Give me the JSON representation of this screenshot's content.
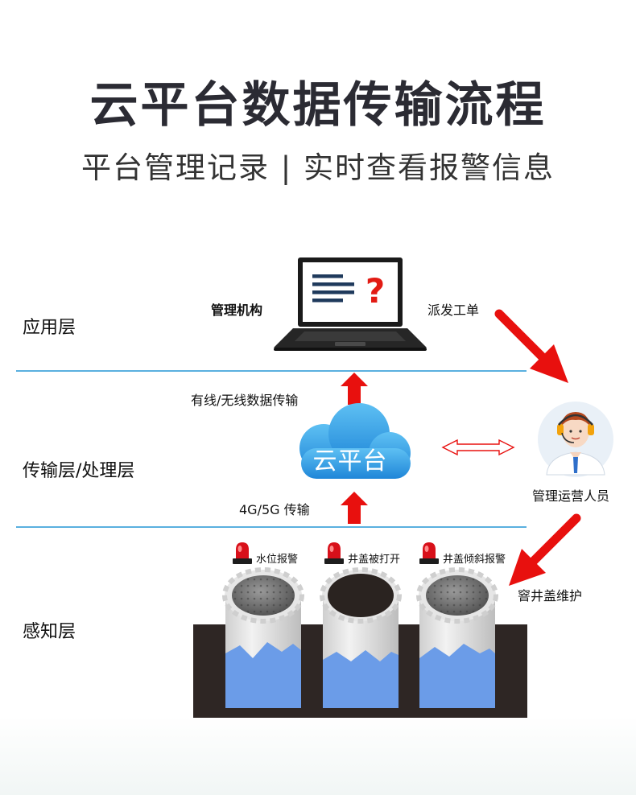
{
  "header": {
    "title": "云平台数据传输流程",
    "subtitle": "平台管理记录 | 实时查看报警信息"
  },
  "layers": {
    "application": "应用层",
    "transport": "传输层/处理层",
    "perception": "感知层"
  },
  "labels": {
    "management_org": "管理机构",
    "dispatch_order": "派发工单",
    "wireless_transfer": "有线/无线数据传输",
    "cloud_platform": "云平台",
    "cellular_transfer": "4G/5G 传输",
    "operator": "管理运营人员",
    "maintenance": "窨井盖维护"
  },
  "alarms": [
    "水位报警",
    "井盖被打开",
    "井盖倾斜报警"
  ],
  "colors": {
    "accent_red": "#e8100e",
    "cloud_blue": "#2d9fe4",
    "divider_blue": "#5ab0df",
    "water_blue": "#6b9ce8",
    "ground": "#2e2624"
  }
}
